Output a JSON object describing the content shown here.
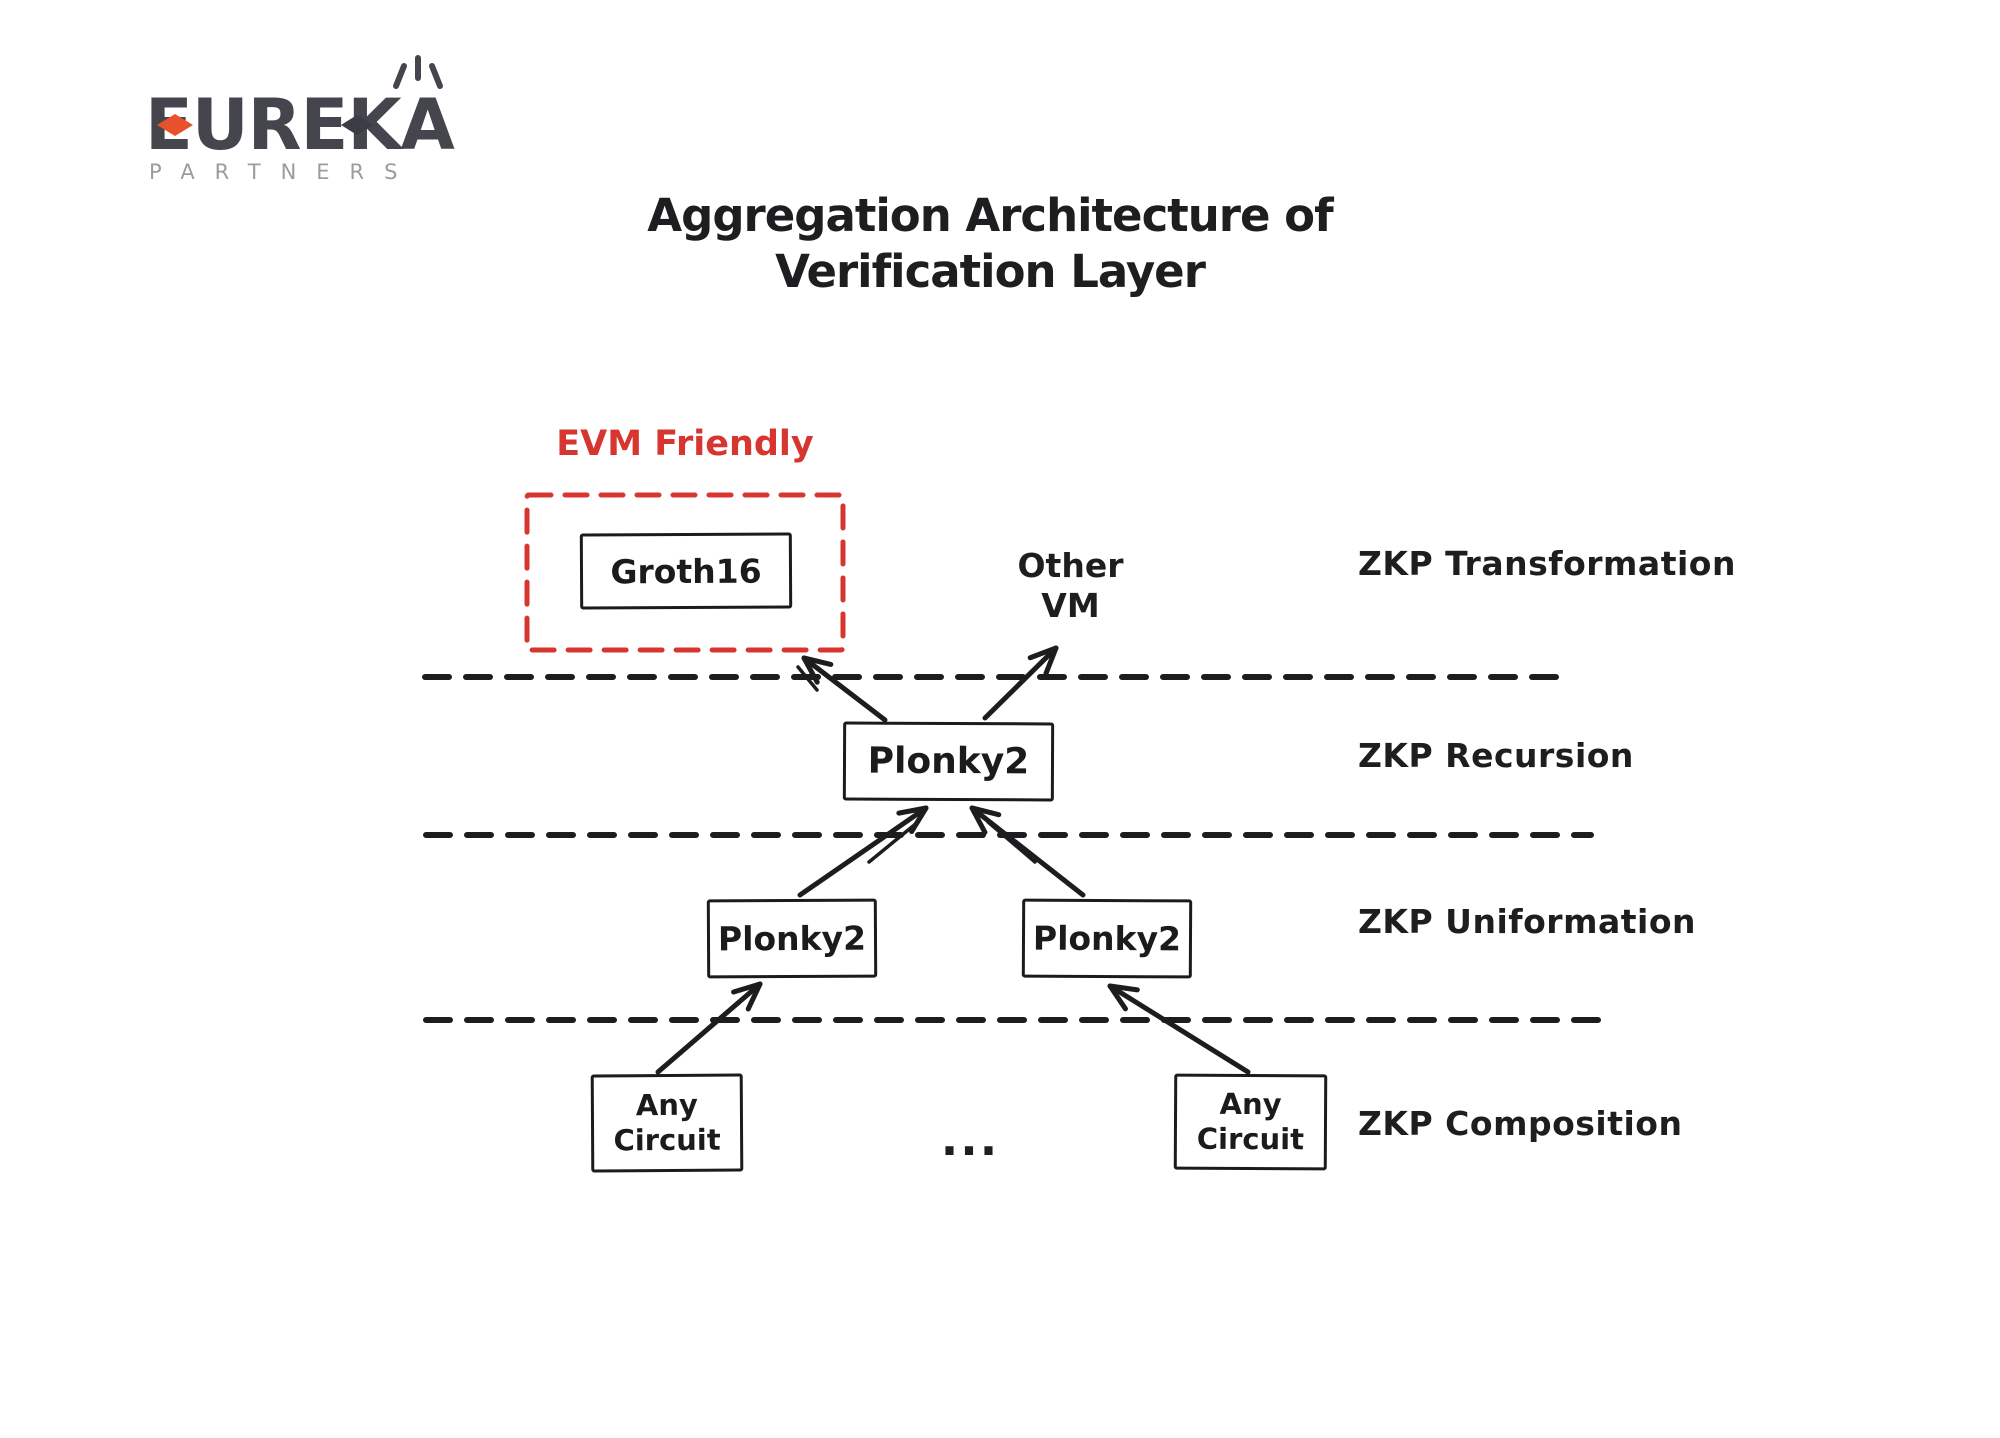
{
  "logo": {
    "brand": "EUREKA",
    "subtitle": "PARTNERS"
  },
  "title": {
    "line1": "Aggregation Architecture of",
    "line2": "Verification Layer"
  },
  "annotations": {
    "evm_friendly": "EVM Friendly",
    "other_vm": "Other\nVM",
    "dots": "..."
  },
  "nodes": {
    "groth16": "Groth16",
    "plonky2_top": "Plonky2",
    "plonky2_left": "Plonky2",
    "plonky2_right": "Plonky2",
    "any_circuit_left": "Any\nCircuit",
    "any_circuit_right": "Any\nCircuit"
  },
  "layers": [
    {
      "label": "ZKP Transformation"
    },
    {
      "label": "ZKP Recursion"
    },
    {
      "label": "ZKP Uniformation"
    },
    {
      "label": "ZKP Composition"
    }
  ],
  "colors": {
    "ink": "#1e1e20",
    "accent_red": "#d6362f",
    "logo_orange": "#e8512b",
    "logo_gray": "#45454d",
    "partners_gray": "#9c9c9c"
  }
}
